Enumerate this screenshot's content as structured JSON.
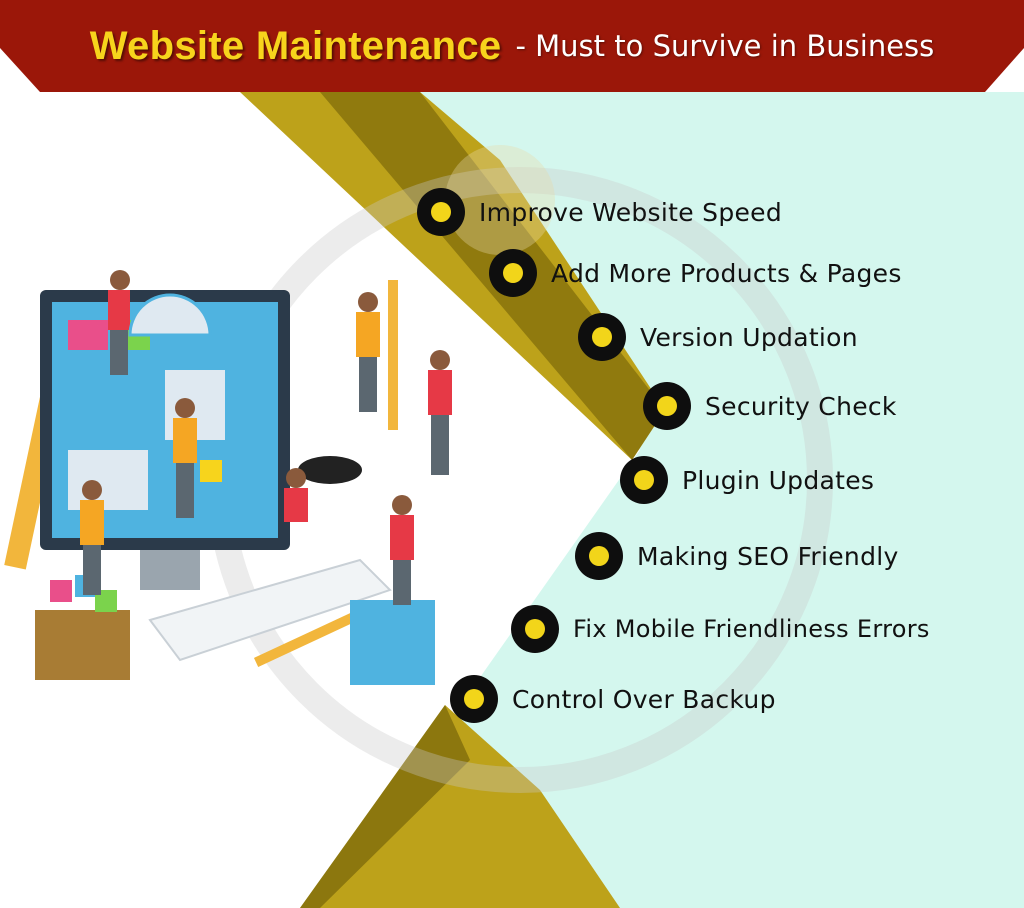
{
  "header": {
    "title": "Website Maintenance",
    "subtitle": "- Must to Survive in Business",
    "title_color": "#f7d41c",
    "banner_color": "#9b1709"
  },
  "colors": {
    "mint_background": "#d4f7ee",
    "olive_stripe": "#bda21a",
    "dark_olive": "#6b5a06",
    "bullet_fill": "#0e0e0e",
    "bullet_dot": "#f2d51a"
  },
  "items": [
    {
      "label": "Improve Website Speed"
    },
    {
      "label": "Add More Products & Pages"
    },
    {
      "label": "Version Updation"
    },
    {
      "label": "Security Check"
    },
    {
      "label": "Plugin Updates"
    },
    {
      "label": "Making SEO Friendly"
    },
    {
      "label": "Fix Mobile Friendliness Errors"
    },
    {
      "label": "Control Over Backup"
    }
  ],
  "illustration": {
    "icon": "website-maintenance-team-illustration"
  }
}
